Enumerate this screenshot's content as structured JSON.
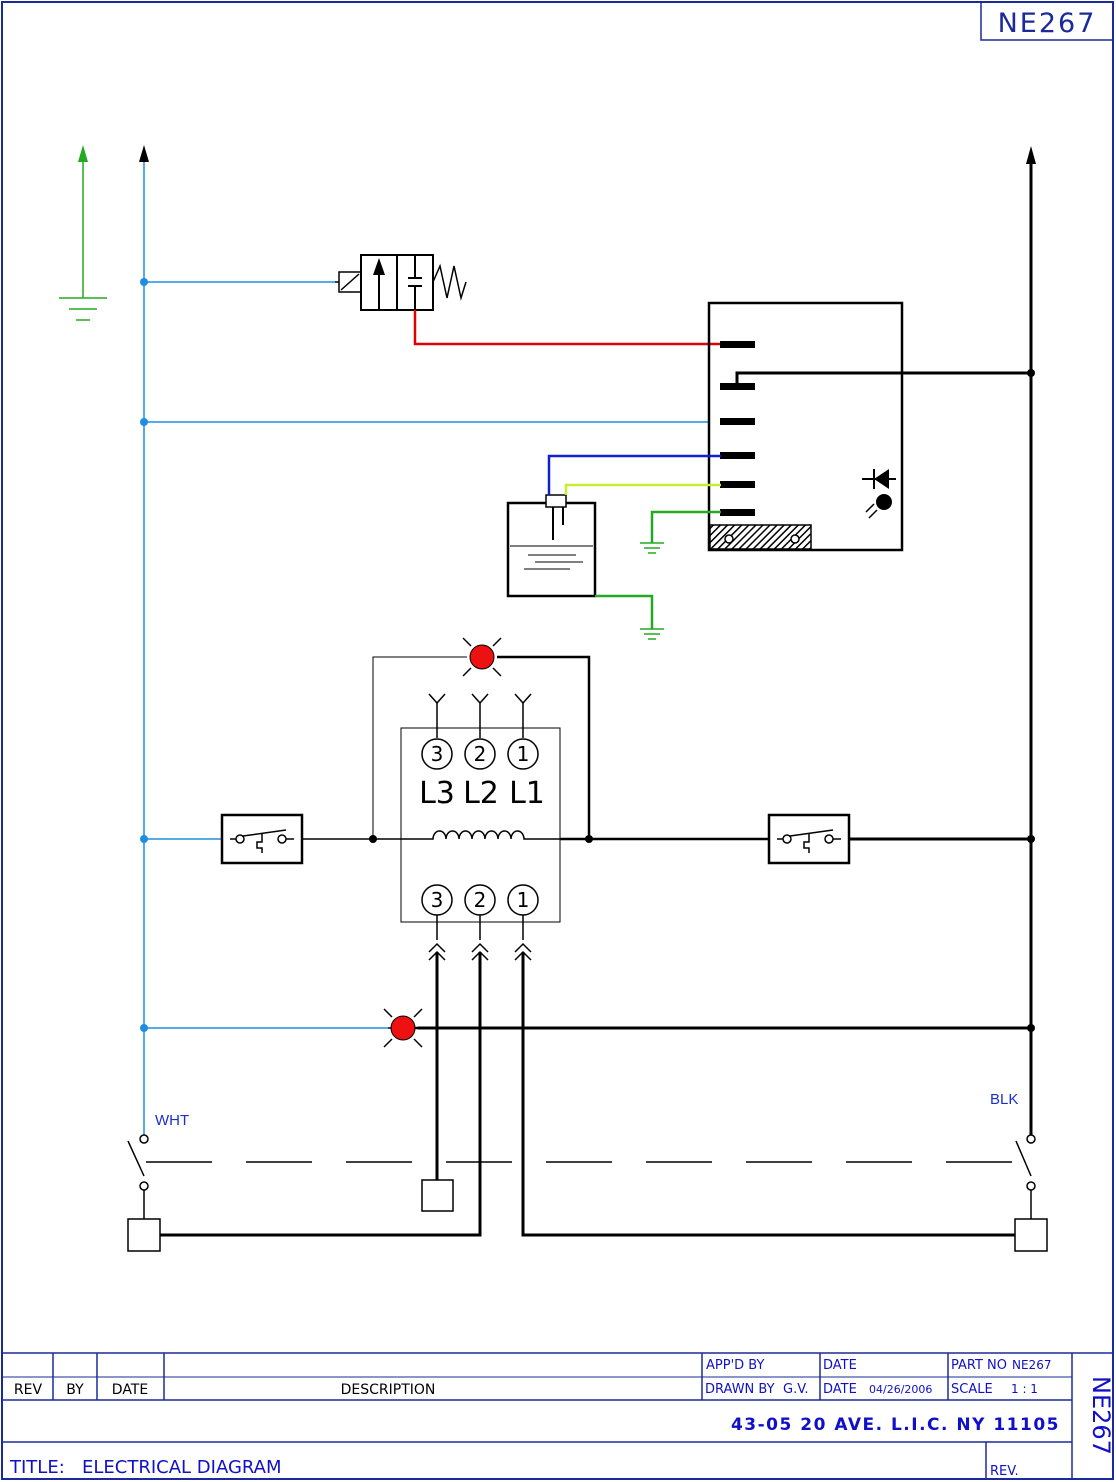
{
  "drawing_number": "NE267",
  "wire_labels": {
    "left": "WHT",
    "right": "BLK"
  },
  "motor": {
    "top_terminals": [
      "3",
      "2",
      "1"
    ],
    "phase_labels": [
      "L3",
      "L2",
      "L1"
    ],
    "bottom_terminals": [
      "3",
      "2",
      "1"
    ]
  },
  "title_block": {
    "rev_header": "REV",
    "by_header": "BY",
    "date_header": "DATE",
    "description_header": "DESCRIPTION",
    "appd_by_label": "APP'D BY",
    "appd_date_label": "DATE",
    "part_no_label": "PART NO",
    "part_no_value": "NE267",
    "drawn_by_label": "DRAWN BY",
    "drawn_by_value": "G.V.",
    "drawn_date_label": "DATE",
    "drawn_date_value": "04/26/2006",
    "scale_label": "SCALE",
    "scale_value": "1 : 1",
    "address": "43-05  20 AVE. L.I.C.  NY  11105",
    "title_label": "TITLE:",
    "title_value": "ELECTRICAL  DIAGRAM",
    "rev_bottom_label": "REV.",
    "side_number": "NE267"
  },
  "colors": {
    "neutral_wire": "#1e8fe0",
    "ground": "#22aa22",
    "hot_wire": "#000000",
    "valve_wire": "#e00000",
    "probe_wire": "#1020d0",
    "probe_wire_2": "#c8ee30",
    "indicator": "#ee1111",
    "border": "#1a2a9a"
  }
}
